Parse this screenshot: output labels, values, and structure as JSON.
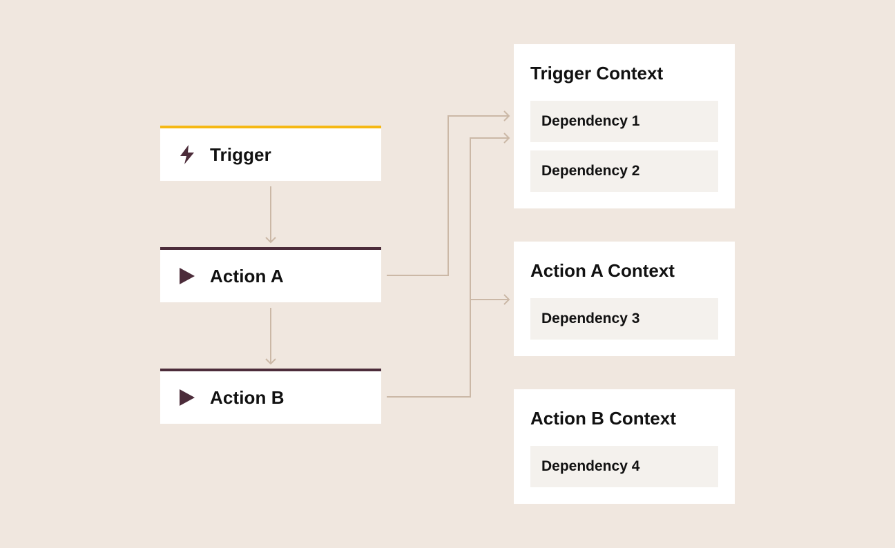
{
  "nodes": [
    {
      "id": "trigger",
      "label": "Trigger",
      "icon": "lightning-icon"
    },
    {
      "id": "action-a",
      "label": "Action A",
      "icon": "play-icon"
    },
    {
      "id": "action-b",
      "label": "Action B",
      "icon": "play-icon"
    }
  ],
  "contexts": [
    {
      "title": "Trigger Context",
      "dependencies": [
        "Dependency 1",
        "Dependency 2"
      ]
    },
    {
      "title": "Action A Context",
      "dependencies": [
        "Dependency 3"
      ]
    },
    {
      "title": "Action B Context",
      "dependencies": [
        "Dependency 4"
      ]
    }
  ],
  "colors": {
    "background": "#f0e7df",
    "trigger_accent": "#f5b814",
    "action_accent": "#4c2c3a",
    "connector": "#cbb8a6",
    "dependency_fill": "#f4f1ed"
  }
}
